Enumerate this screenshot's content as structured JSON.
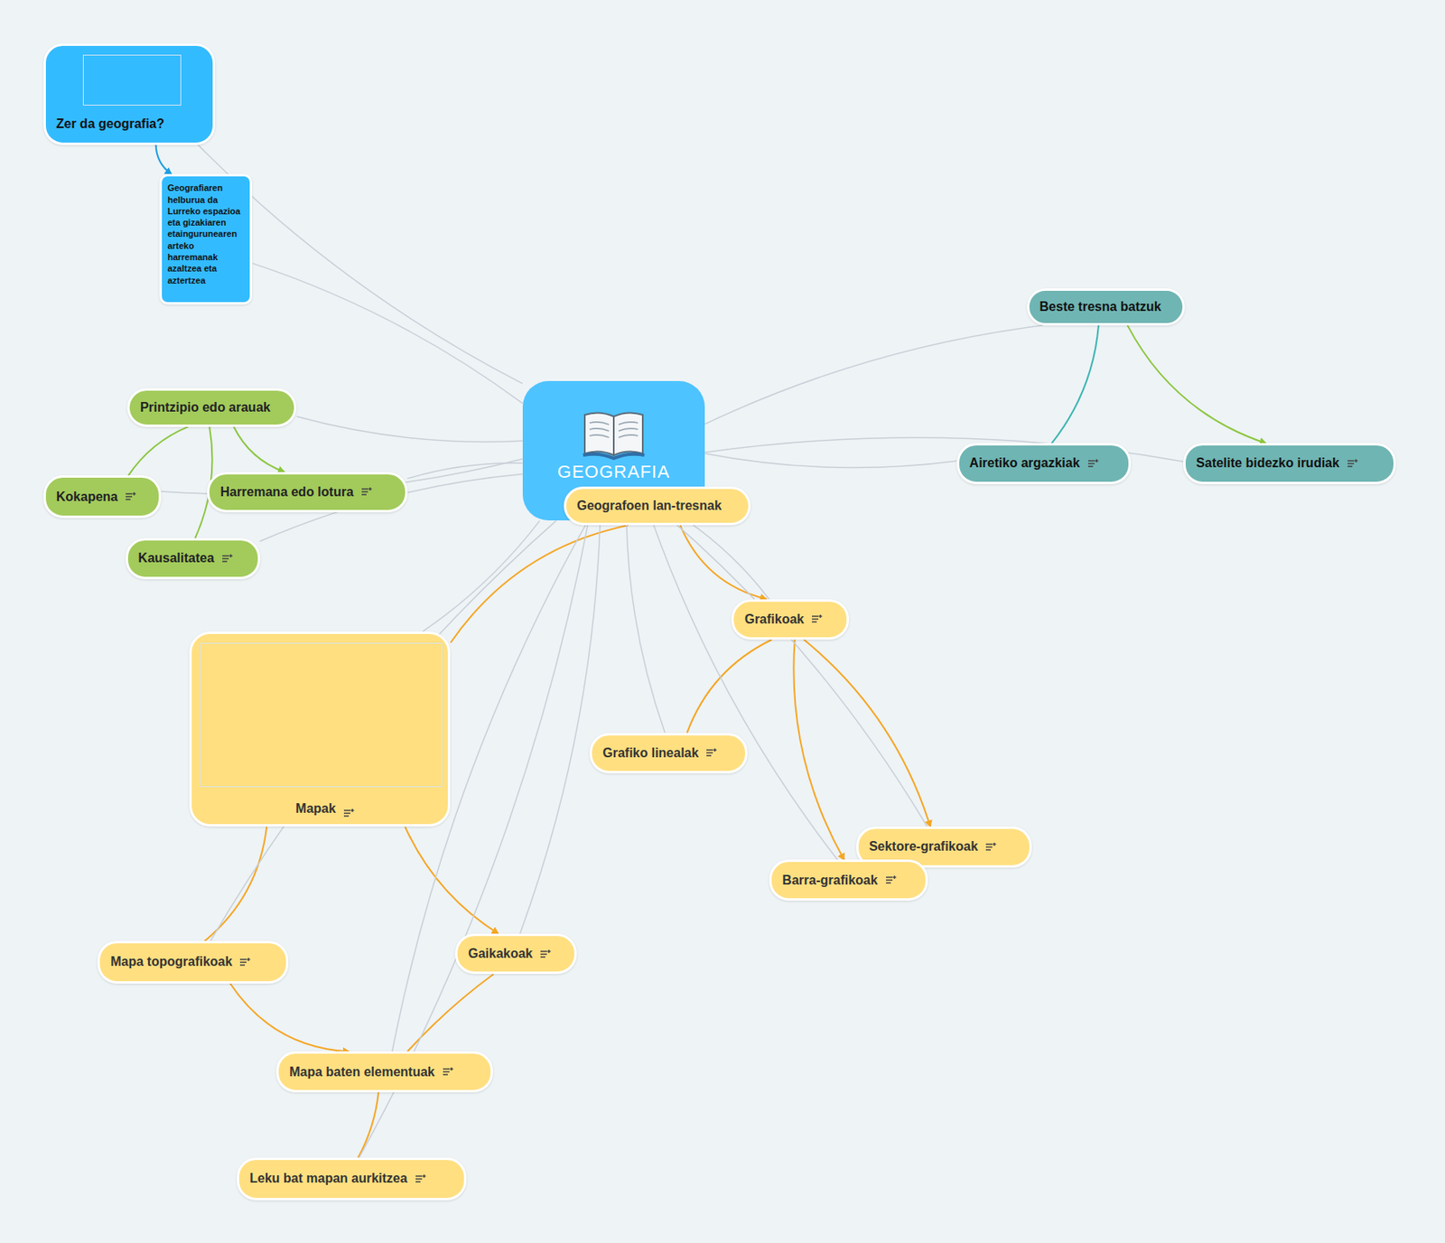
{
  "diagram": {
    "nodes": [
      {
        "text": [
          "Zer da geografia?"
        ]
      },
      {
        "text": [
          "Geografiaren helburua da Lurreko espazioa eta gizakiaren etaingurunearen arteko harremanak azaltzea eta aztertzea"
        ]
      },
      {
        "text": [
          "GEOGRAFIA"
        ]
      },
      {
        "text": [
          "Printzipio edo arauak"
        ]
      },
      {
        "text": [
          "Harremana edo lotura"
        ]
      },
      {
        "text": [
          "Kokapena"
        ]
      },
      {
        "text": [
          "Kausalitatea"
        ]
      },
      {
        "text": [
          "Beste tresna batzuk"
        ]
      },
      {
        "text": [
          "Airetiko argazkiak"
        ]
      },
      {
        "text": [
          "Satelite bidezko irudiak"
        ]
      },
      {
        "text": [
          "Geografoen lan-tresnak"
        ]
      },
      {
        "text": [
          "Grafikoak"
        ]
      },
      {
        "text": [
          "Grafiko linealak"
        ]
      },
      {
        "text": [
          "Sektore-grafikoak"
        ]
      },
      {
        "text": [
          "Barra-grafikoak"
        ]
      },
      {
        "text": [
          "Mapak"
        ]
      },
      {
        "text": [
          "Mapa topografikoak"
        ]
      },
      {
        "text": [
          "Gaikakoak"
        ]
      },
      {
        "text": [
          "Mapa baten elementuak"
        ]
      },
      {
        "text": [
          "Leku bat mapan aurkitzea"
        ]
      }
    ],
    "edges": [
      {
        "from": 0,
        "to": 1,
        "arrow": "to"
      },
      {
        "from": 3,
        "to": 4,
        "arrow": "to"
      },
      {
        "from": 3,
        "to": 5,
        "arrow": "none"
      },
      {
        "from": 3,
        "to": 6,
        "arrow": "none"
      },
      {
        "from": 7,
        "to": 8,
        "arrow": "none"
      },
      {
        "from": 7,
        "to": 9,
        "arrow": "to"
      },
      {
        "from": 10,
        "to": 11,
        "arrow": "to"
      },
      {
        "from": 11,
        "to": 12,
        "arrow": "none"
      },
      {
        "from": 11,
        "to": 13,
        "arrow": "to"
      },
      {
        "from": 11,
        "to": 14,
        "arrow": "to"
      },
      {
        "from": 10,
        "to": 15,
        "arrow": "none"
      },
      {
        "from": 15,
        "to": 17,
        "arrow": "to"
      },
      {
        "from": 15,
        "to": 16,
        "arrow": "none"
      },
      {
        "from": 16,
        "to": 18,
        "arrow": "to"
      },
      {
        "from": 17,
        "to": 18,
        "arrow": "none"
      },
      {
        "from": 18,
        "to": 19,
        "arrow": "none"
      },
      {
        "from": 2,
        "to": 0,
        "arrow": "none"
      },
      {
        "from": 2,
        "to": 1,
        "arrow": "none"
      },
      {
        "from": 2,
        "to": 3,
        "arrow": "none"
      },
      {
        "from": 2,
        "to": 4,
        "arrow": "none"
      },
      {
        "from": 2,
        "to": 5,
        "arrow": "none"
      },
      {
        "from": 2,
        "to": 6,
        "arrow": "none"
      },
      {
        "from": 2,
        "to": 7,
        "arrow": "none"
      },
      {
        "from": 2,
        "to": 8,
        "arrow": "none"
      },
      {
        "from": 2,
        "to": 9,
        "arrow": "none"
      },
      {
        "from": 2,
        "to": 10,
        "arrow": "none"
      },
      {
        "from": 2,
        "to": 11,
        "arrow": "none"
      },
      {
        "from": 2,
        "to": 12,
        "arrow": "none"
      },
      {
        "from": 2,
        "to": 13,
        "arrow": "none"
      },
      {
        "from": 2,
        "to": 14,
        "arrow": "none"
      },
      {
        "from": 2,
        "to": 15,
        "arrow": "none"
      },
      {
        "from": 2,
        "to": 16,
        "arrow": "none"
      },
      {
        "from": 2,
        "to": 17,
        "arrow": "none"
      },
      {
        "from": 2,
        "to": 18,
        "arrow": "none"
      },
      {
        "from": 2,
        "to": 19,
        "arrow": "none"
      }
    ]
  }
}
